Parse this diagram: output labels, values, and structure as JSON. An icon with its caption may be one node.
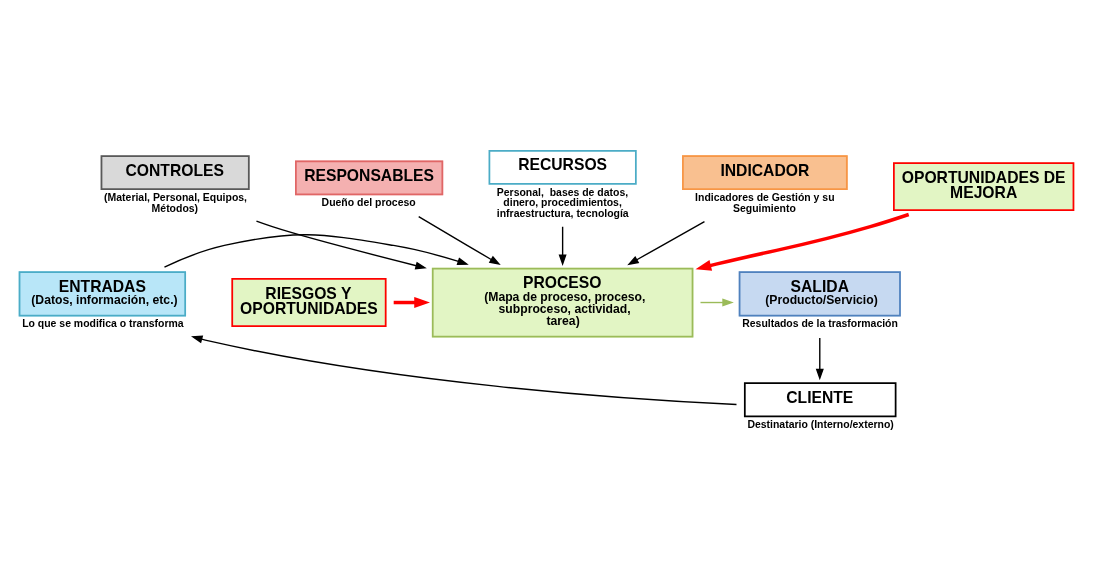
{
  "diagram": {
    "nodes": [
      {
        "text": [
          "CONTROLES"
        ],
        "beside": [
          "(Material, Personal, Equipos, Métodos)"
        ]
      },
      {
        "text": [
          "RESPONSABLES"
        ],
        "beside": [
          "Dueño del proceso"
        ]
      },
      {
        "text": [
          "RECURSOS"
        ],
        "beside": [
          "Personal,  bases de datos, dinero, procedimientos, infraestructura, tecnología"
        ]
      },
      {
        "text": [
          "ENTRADAS",
          "(Datos, información, etc.)"
        ],
        "beside": [
          "Lo que se modifica o transforma"
        ]
      },
      {
        "text": [
          "PROCESO",
          "(Mapa de proceso, proceso, subproceso, actividad, tarea)"
        ]
      },
      {
        "text": [
          "SALIDA",
          "(Producto/Servicio)"
        ],
        "beside": [
          "Resultados de la trasformación"
        ]
      },
      {
        "text": [
          "RIESGOS Y OPORTUNIDADES"
        ]
      },
      {
        "text": [
          "INDICADOR"
        ],
        "beside": [
          "Indicadores de Gestión y su Seguimiento"
        ]
      },
      {
        "text": [
          "OPORTUNIDADES DE MEJORA"
        ]
      },
      {
        "text": [
          "CLIENTE"
        ],
        "beside": [
          "Destinatario (Interno/externo)"
        ]
      }
    ],
    "edges": [
      {
        "from": 0,
        "to": 4,
        "arrow": "to"
      },
      {
        "from": 1,
        "to": 4,
        "arrow": "to"
      },
      {
        "from": 2,
        "to": 4,
        "arrow": "to"
      },
      {
        "from": 3,
        "to": 4,
        "arrow": "to"
      },
      {
        "from": 6,
        "to": 4,
        "arrow": "to",
        "style": "thick",
        "color": "#ff0000"
      },
      {
        "from": 4,
        "to": 5,
        "arrow": "to",
        "color": "#9bbb59"
      },
      {
        "from": 7,
        "to": 4,
        "arrow": "to"
      },
      {
        "from": 8,
        "to": 4,
        "arrow": "to",
        "style": "thick",
        "color": "#ff0000"
      },
      {
        "from": 5,
        "to": 9,
        "arrow": "to"
      },
      {
        "from": 9,
        "to": 3,
        "arrow": "to"
      }
    ]
  }
}
